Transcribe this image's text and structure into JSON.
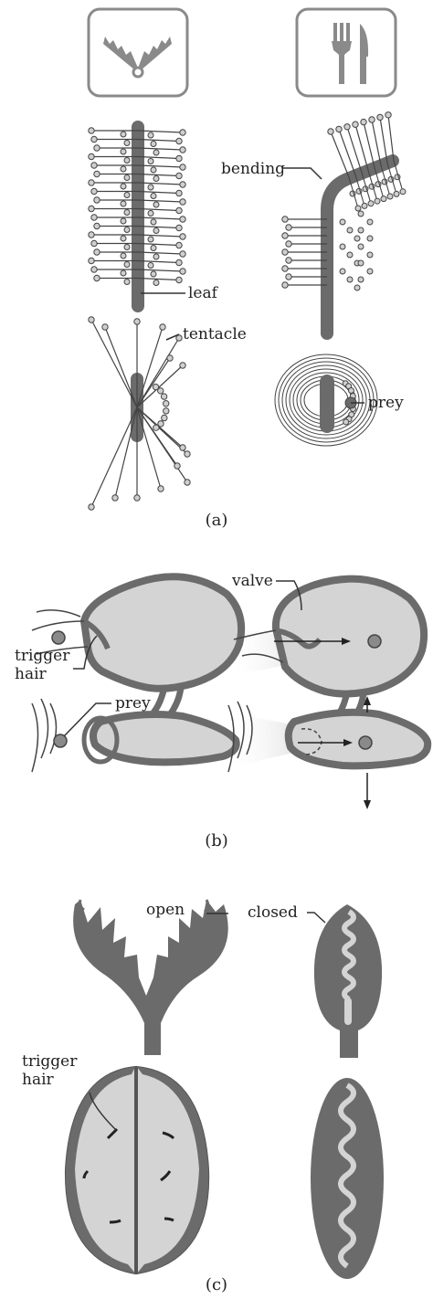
{
  "colors": {
    "tissue": "#6b6b6b",
    "light": "#d4d4d4",
    "line": "#444444",
    "bead": "#cfcfcf",
    "icon_border": "#8a8a8a"
  },
  "icons": {
    "trap": "trap-jaw-icon",
    "eat": "fork-knife-icon"
  },
  "panel_a": {
    "caption": "(a)",
    "labels": {
      "bending": "bending",
      "leaf": "leaf",
      "tentacle": "tentacle",
      "prey": "prey"
    }
  },
  "panel_b": {
    "caption": "(b)",
    "labels": {
      "valve": "valve",
      "trigger_hair": [
        "trigger",
        "hair"
      ],
      "prey": "prey"
    }
  },
  "panel_c": {
    "caption": "(c)",
    "labels": {
      "open": "open",
      "closed": "closed",
      "trigger_hair": [
        "trigger",
        "hair"
      ]
    }
  }
}
